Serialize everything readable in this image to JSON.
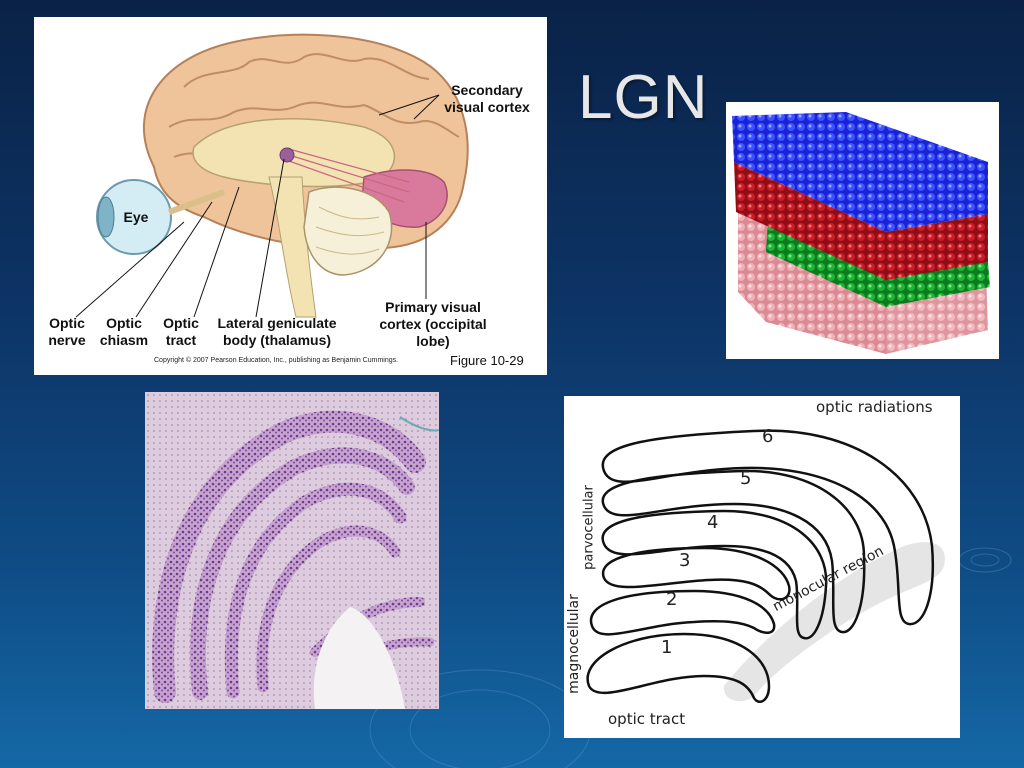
{
  "slide": {
    "title": "LGN",
    "colors": {
      "bg_top": "#0a2247",
      "bg_bottom": "#1468a6",
      "title": "#e7e7e7"
    }
  },
  "brain_figure": {
    "labels": {
      "secondary_visual_cortex": "Secondary visual cortex",
      "eye": "Eye",
      "optic_nerve": "Optic nerve",
      "optic_chiasm": "Optic chiasm",
      "optic_tract": "Optic tract",
      "lgn": "Lateral geniculate body (thalamus)",
      "primary_visual_cortex": "Primary visual cortex (occipital lobe)"
    },
    "copyright": "Copyright © 2007 Pearson Education, Inc., publishing as Benjamin Cummings.",
    "figure_number": "Figure 10-29"
  },
  "lgn_3d_model": {
    "layer_colors": [
      "#1a22d6",
      "#b3121c",
      "#17a32b",
      "#e9a2a8"
    ]
  },
  "lgn_schematic": {
    "optic_radiations": "optic radiations",
    "optic_tract": "optic tract",
    "parvocellular": "parvocellular",
    "magnocellular": "magnocellular",
    "monocular_region": "monocular region",
    "layer_numbers": [
      "1",
      "2",
      "3",
      "4",
      "5",
      "6"
    ]
  }
}
